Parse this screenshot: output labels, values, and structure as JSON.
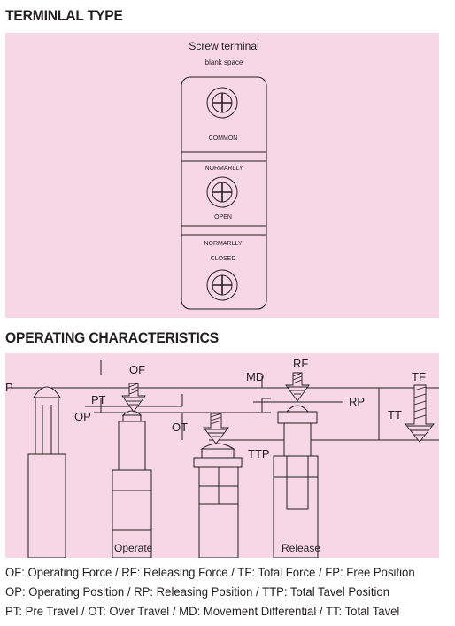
{
  "terminal": {
    "title": "TERMINLAL TYPE",
    "screw_label": "Screw terminal",
    "blank_label": "blank space",
    "common": "COMMON",
    "normally_1": "NORMARLLY",
    "open": "OPEN",
    "normally_2": "NORMARLLY",
    "closed": "CLOSED"
  },
  "operating": {
    "title": "OPERATING CHARACTERISTICS",
    "labels": {
      "p": "P",
      "of": "OF",
      "pt": "PT",
      "op": "OP",
      "ot": "OT",
      "md": "MD",
      "rf": "RF",
      "rp": "RP",
      "ttp": "TTP",
      "tf": "TF",
      "tt": "TT",
      "operate": "Operate",
      "release": "Release"
    }
  },
  "legend": [
    "OF: Operating Force / RF: Releasing Force / TF: Total Force / FP: Free Position",
    "OP: Operating Position / RP: Releasing Position / TTP: Total Tavel Position",
    "PT: Pre Travel / OT: Over Travel / MD: Movement Differential / TT: Total Tavel"
  ]
}
